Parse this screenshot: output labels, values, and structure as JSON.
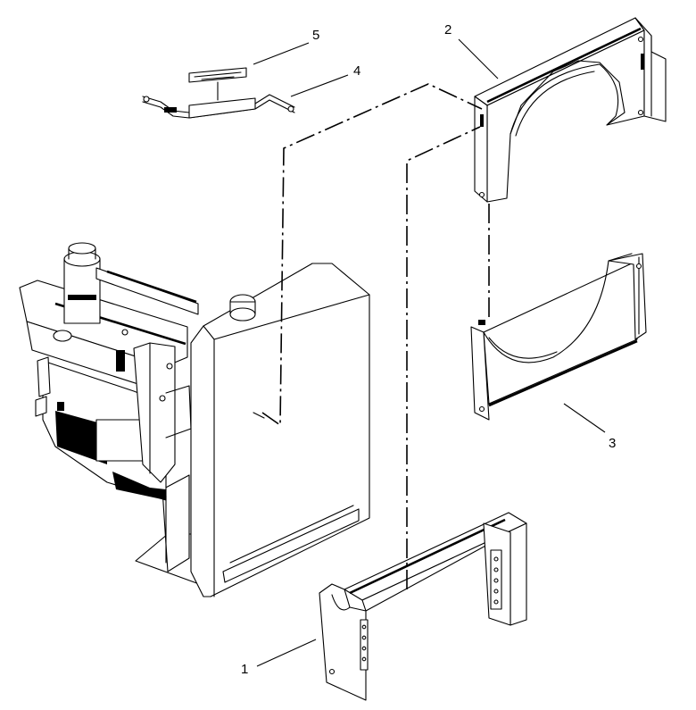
{
  "callouts": {
    "item1": "1",
    "item2": "2",
    "item3": "3",
    "item4": "4",
    "item5": "5"
  },
  "line_color": "#000000",
  "background": "#ffffff"
}
